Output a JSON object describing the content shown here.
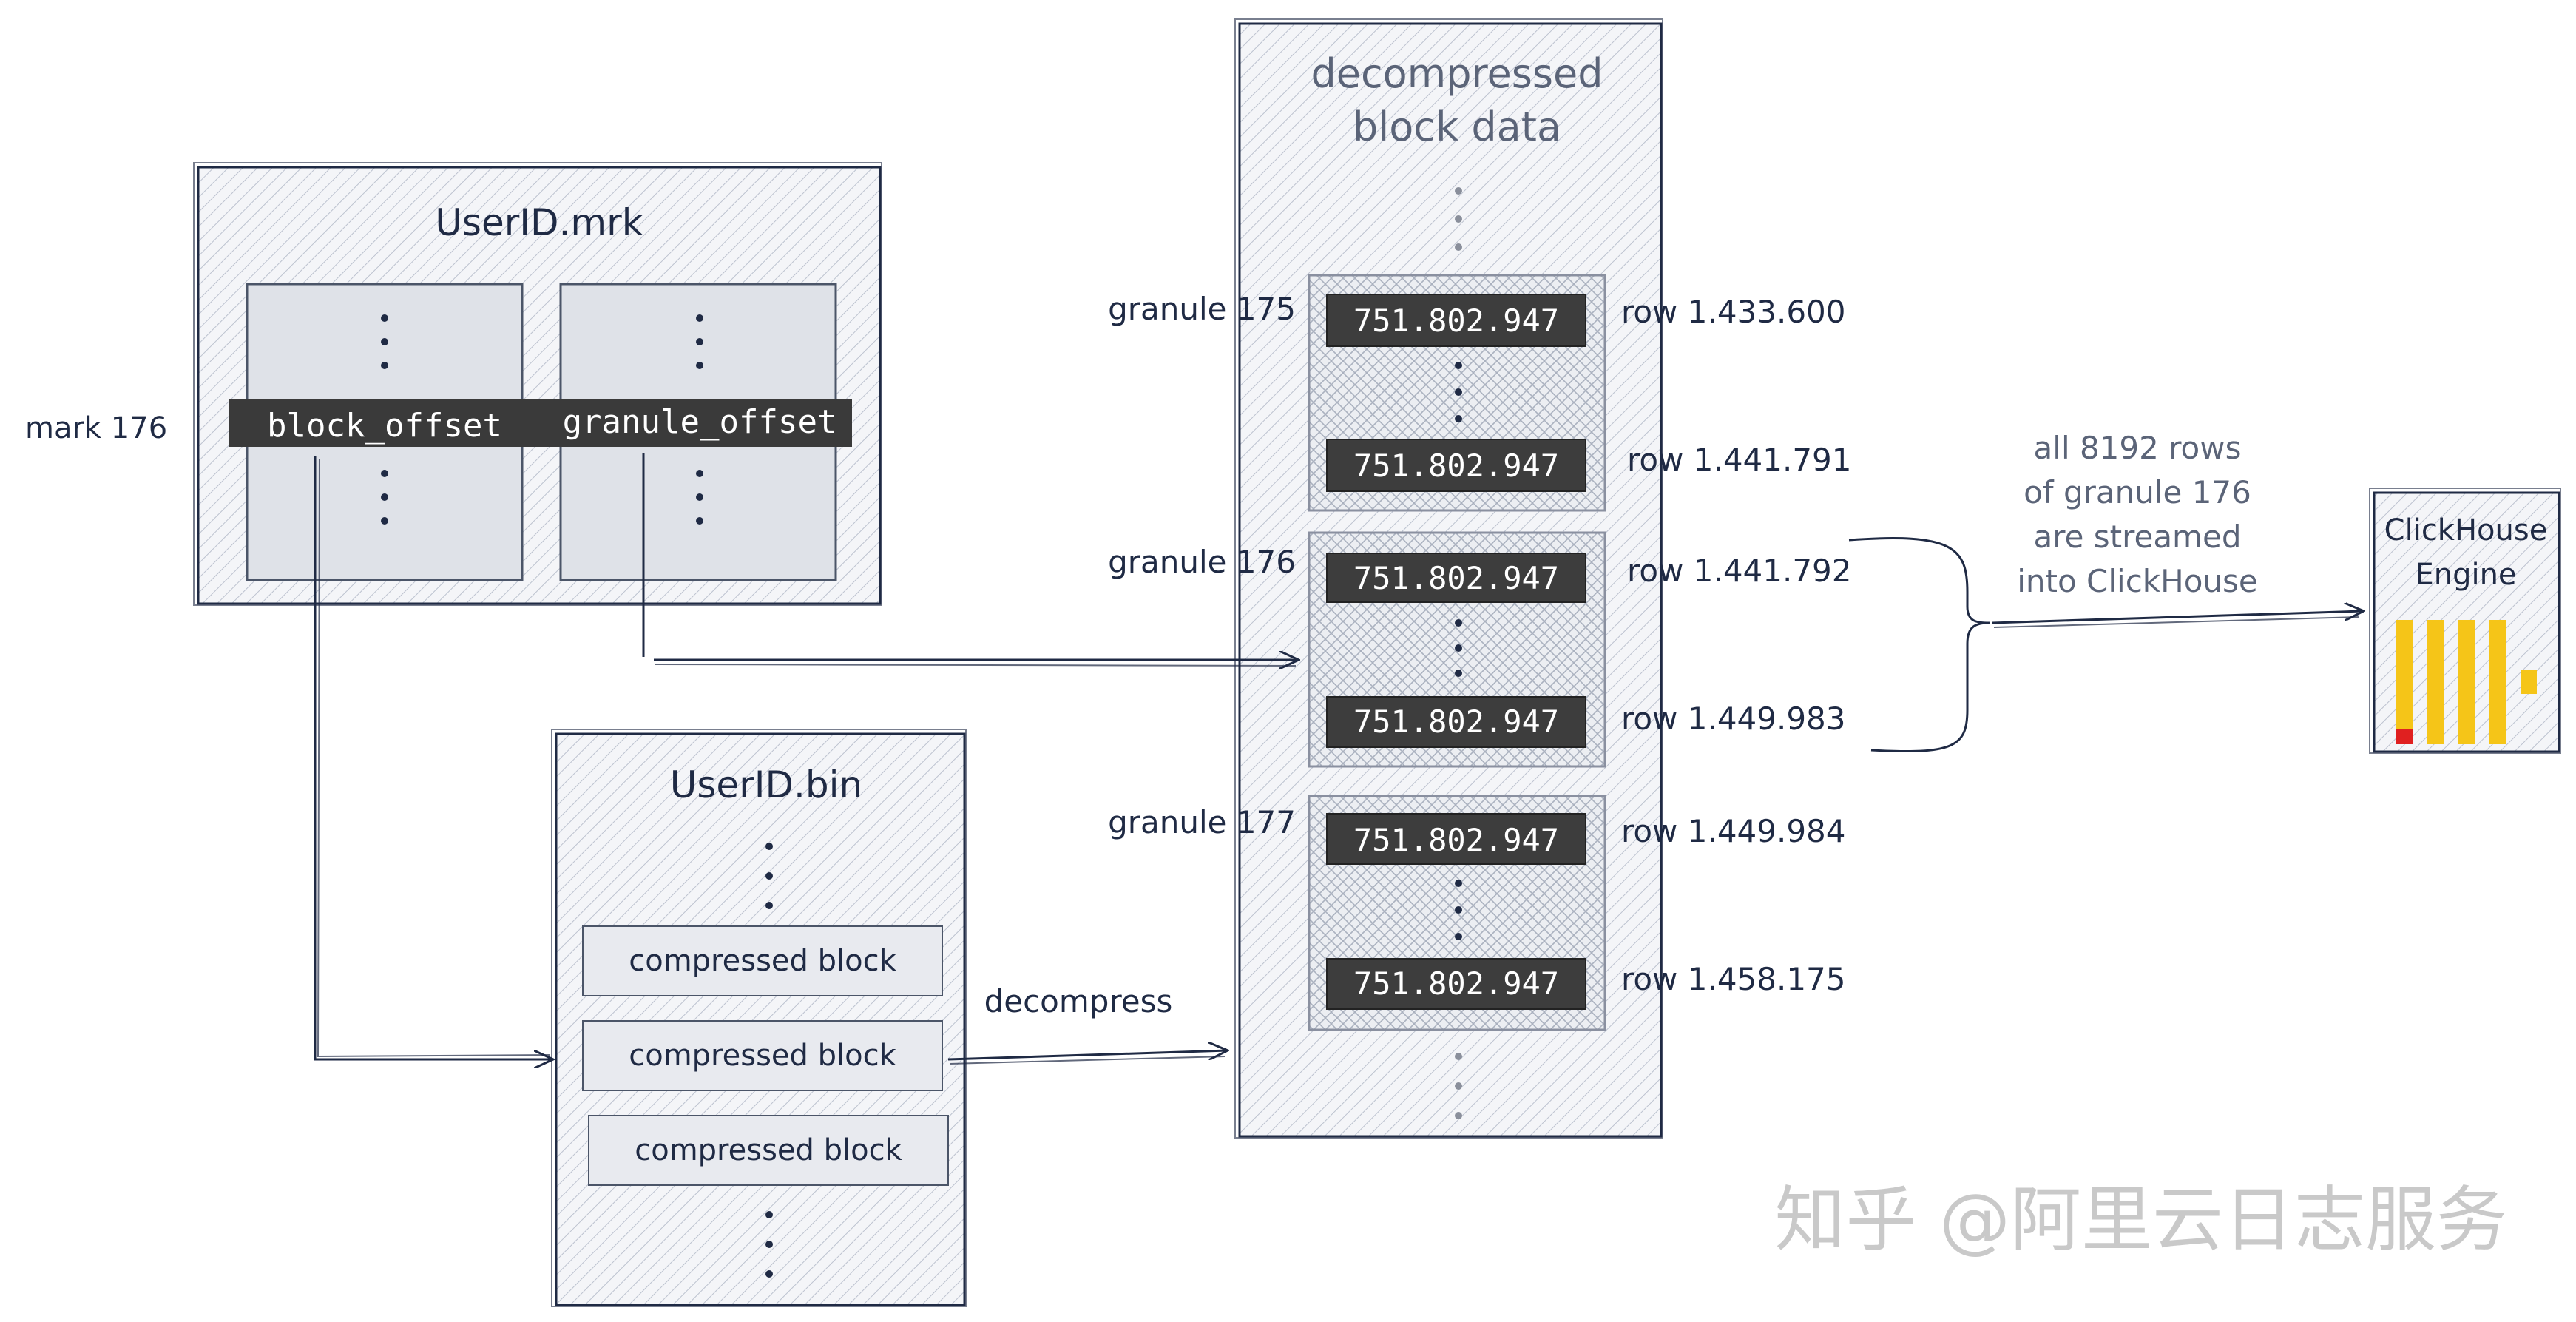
{
  "mark_file": {
    "title": "UserID.mrk",
    "mark_label": "mark 176",
    "block_offset_label": "block_offset",
    "granule_offset_label": "granule_offset"
  },
  "bin_file": {
    "title": "UserID.bin",
    "blocks": [
      "compressed block",
      "compressed block",
      "compressed block"
    ]
  },
  "decompress_label": "decompress",
  "decompressed": {
    "title_line1": "decompressed",
    "title_line2": "block data",
    "granules": [
      {
        "label": "granule 175",
        "first_value": "751.802.947",
        "last_value": "751.802.947",
        "first_row": "row 1.433.600",
        "last_row": "row 1.441.791"
      },
      {
        "label": "granule 176",
        "first_value": "751.802.947",
        "last_value": "751.802.947",
        "first_row": "row 1.441.792",
        "last_row": "row 1.449.983"
      },
      {
        "label": "granule 177",
        "first_value": "751.802.947",
        "last_value": "751.802.947",
        "first_row": "row 1.449.984",
        "last_row": "row 1.458.175"
      }
    ]
  },
  "stream_note": {
    "line1": "all 8192 rows",
    "line2": "of granule 176",
    "line3": "are streamed",
    "line4": "into ClickHouse"
  },
  "engine": {
    "title_line1": "ClickHouse",
    "title_line2": "Engine",
    "logo_bar_color": "#f5c518",
    "logo_accent_color": "#e02020"
  },
  "watermark": "知乎 @阿里云日志服务",
  "colors": {
    "ink": "#1f2a44",
    "box_fill": "#eef0f4",
    "hatch": "#b9bfcc",
    "value_fill": "#3d3d3d"
  }
}
